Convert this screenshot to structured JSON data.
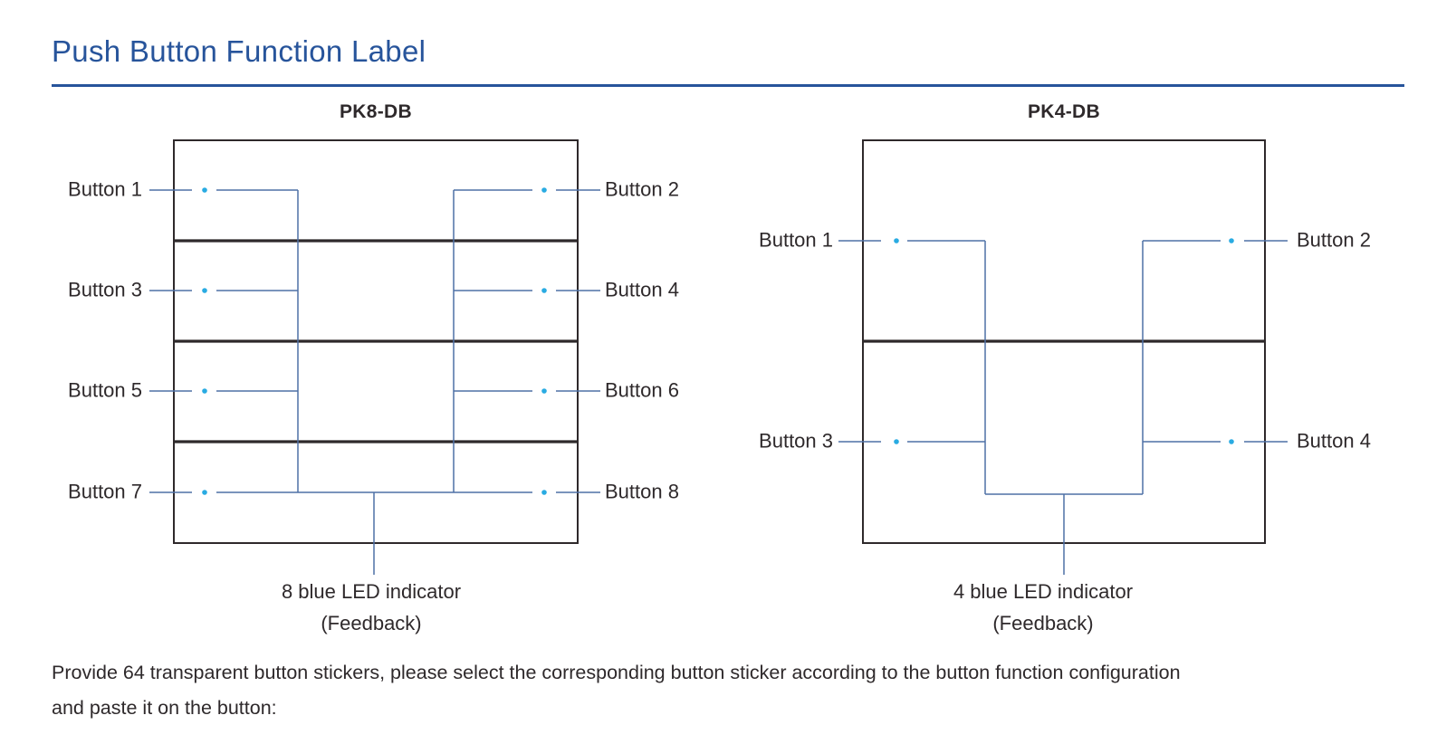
{
  "page": {
    "title": "Push Button Function Label",
    "paragraph_lines": [
      "Provide 64 transparent button stickers, please select the corresponding button sticker according to the button function configuration",
      "and paste it on the button:"
    ]
  },
  "colors": {
    "accent_blue": "#27549B",
    "line_blue": "#4E70A6",
    "led_dot": "#29ABE2",
    "ink": "#2E292B"
  },
  "diagrams": [
    {
      "id": "PK8",
      "title": "PK8-DB",
      "left_buttons": [
        "Button 1",
        "Button 3",
        "Button 5",
        "Button 7"
      ],
      "right_buttons": [
        "Button 2",
        "Button 4",
        "Button 6",
        "Button 8"
      ],
      "caption_line1": "8 blue LED indicator",
      "caption_line2": "(Feedback)"
    },
    {
      "id": "PK4",
      "title": "PK4-DB",
      "left_buttons": [
        "Button 1",
        "Button 3"
      ],
      "right_buttons": [
        "Button 2",
        "Button 4"
      ],
      "caption_line1": "4 blue LED indicator",
      "caption_line2": "(Feedback)"
    }
  ]
}
